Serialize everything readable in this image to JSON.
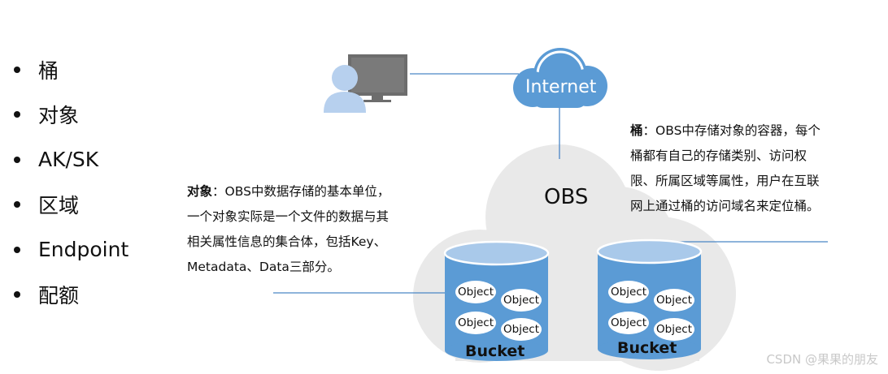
{
  "bullets": [
    "桶",
    "对象",
    "AK/SK",
    "区域",
    "Endpoint",
    "配额"
  ],
  "object_desc": {
    "term": "对象",
    "text": "：OBS中数据存储的基本单位，一个对象实际是一个文件的数据与其相关属性信息的集合体，包括Key、Metadata、Data三部分。"
  },
  "bucket_desc": {
    "term": "桶",
    "text": "：OBS中存储对象的容器，每个桶都有自己的存储类别、访问权限、所属区域等属性，用户在互联网上通过桶的访问域名来定位桶。"
  },
  "diagram": {
    "internet_label": "Internet",
    "obs_label": "OBS",
    "buckets": [
      {
        "label": "Bucket",
        "objects": [
          "Object",
          "Object",
          "Object",
          "Object"
        ]
      },
      {
        "label": "Bucket",
        "objects": [
          "Object",
          "Object",
          "Object",
          "Object"
        ]
      }
    ]
  },
  "watermark": "CSDN @果果的朋友",
  "colors": {
    "cloud_gray": "#e9e9e9",
    "bucket_blue": "#5b9bd5",
    "bucket_top": "#a9c9ea",
    "line_blue": "#4a86c5",
    "monitor": "#6d6d6d",
    "user": "#b7d0ee"
  }
}
